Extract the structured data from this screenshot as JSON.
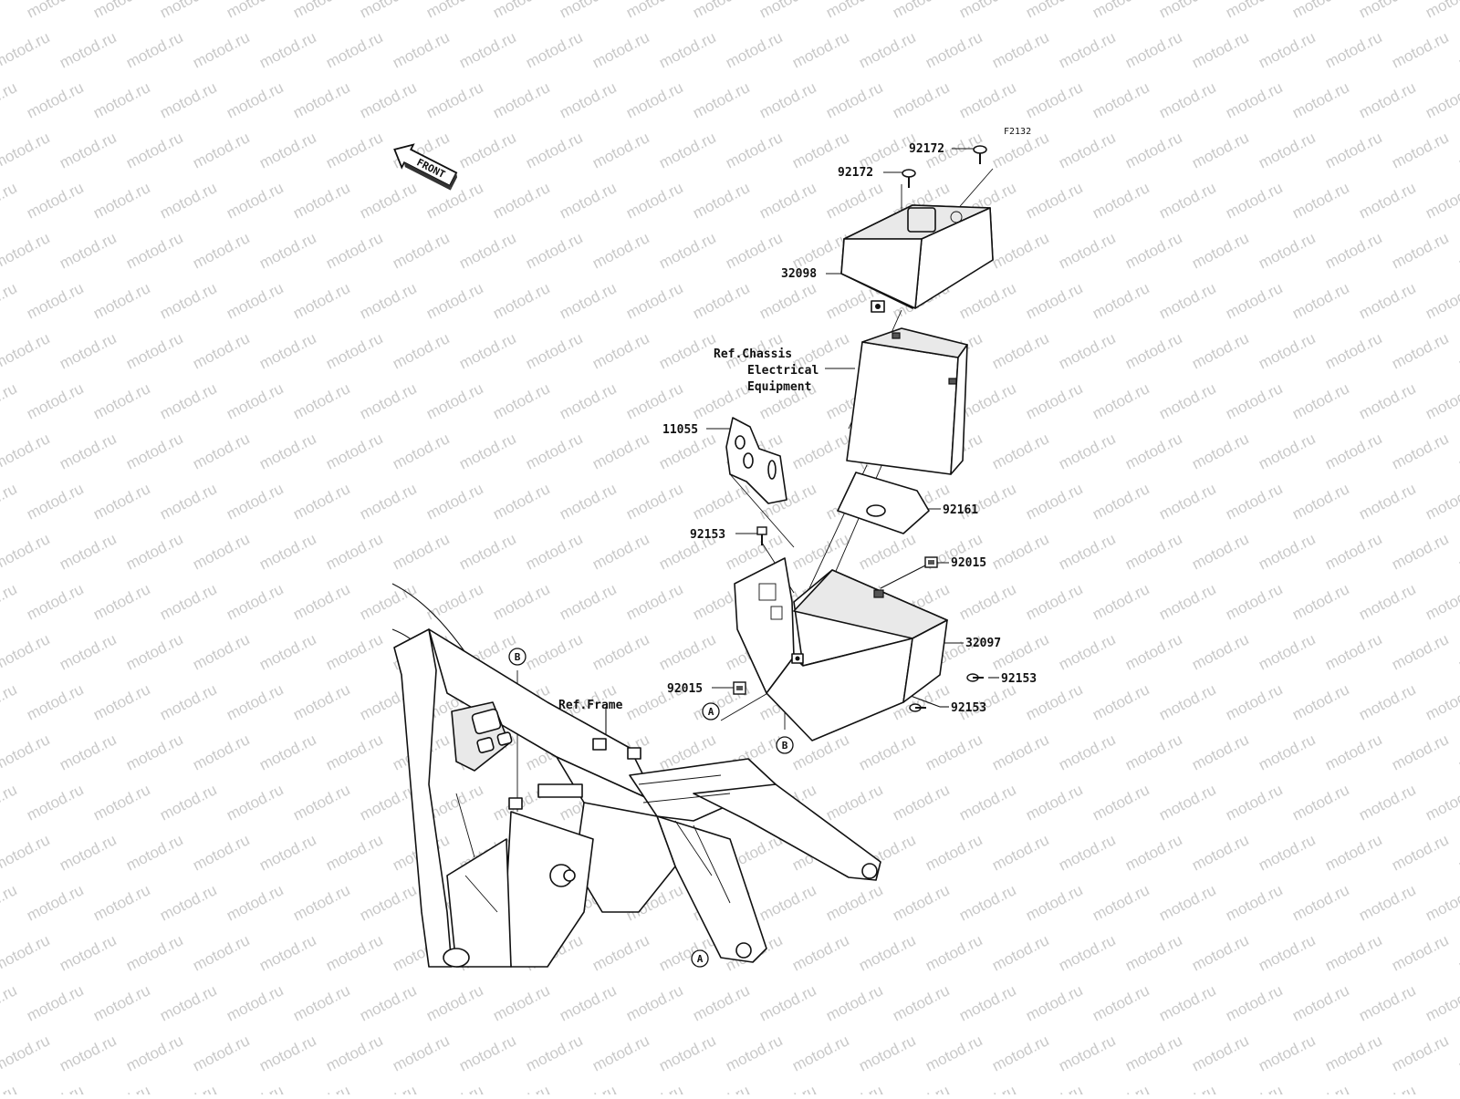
{
  "diagram": {
    "code": "F2132",
    "front_label": "FRONT",
    "watermark": "motod.ru",
    "parts": [
      {
        "id": "p-92172-a",
        "number": "92172"
      },
      {
        "id": "p-92172-b",
        "number": "92172"
      },
      {
        "id": "p-32098",
        "number": "32098"
      },
      {
        "id": "p-11055",
        "number": "11055"
      },
      {
        "id": "p-92161",
        "number": "92161"
      },
      {
        "id": "p-92153-a",
        "number": "92153"
      },
      {
        "id": "p-92015-a",
        "number": "92015"
      },
      {
        "id": "p-32097",
        "number": "32097"
      },
      {
        "id": "p-92153-b",
        "number": "92153"
      },
      {
        "id": "p-92015-b",
        "number": "92015"
      },
      {
        "id": "p-92153-c",
        "number": "92153"
      }
    ],
    "references": {
      "chassis_line1": "Ref.Chassis",
      "chassis_line2": "Electrical",
      "chassis_line3": "Equipment",
      "frame": "Ref.Frame"
    },
    "markers": {
      "a": "A",
      "b": "B"
    }
  }
}
